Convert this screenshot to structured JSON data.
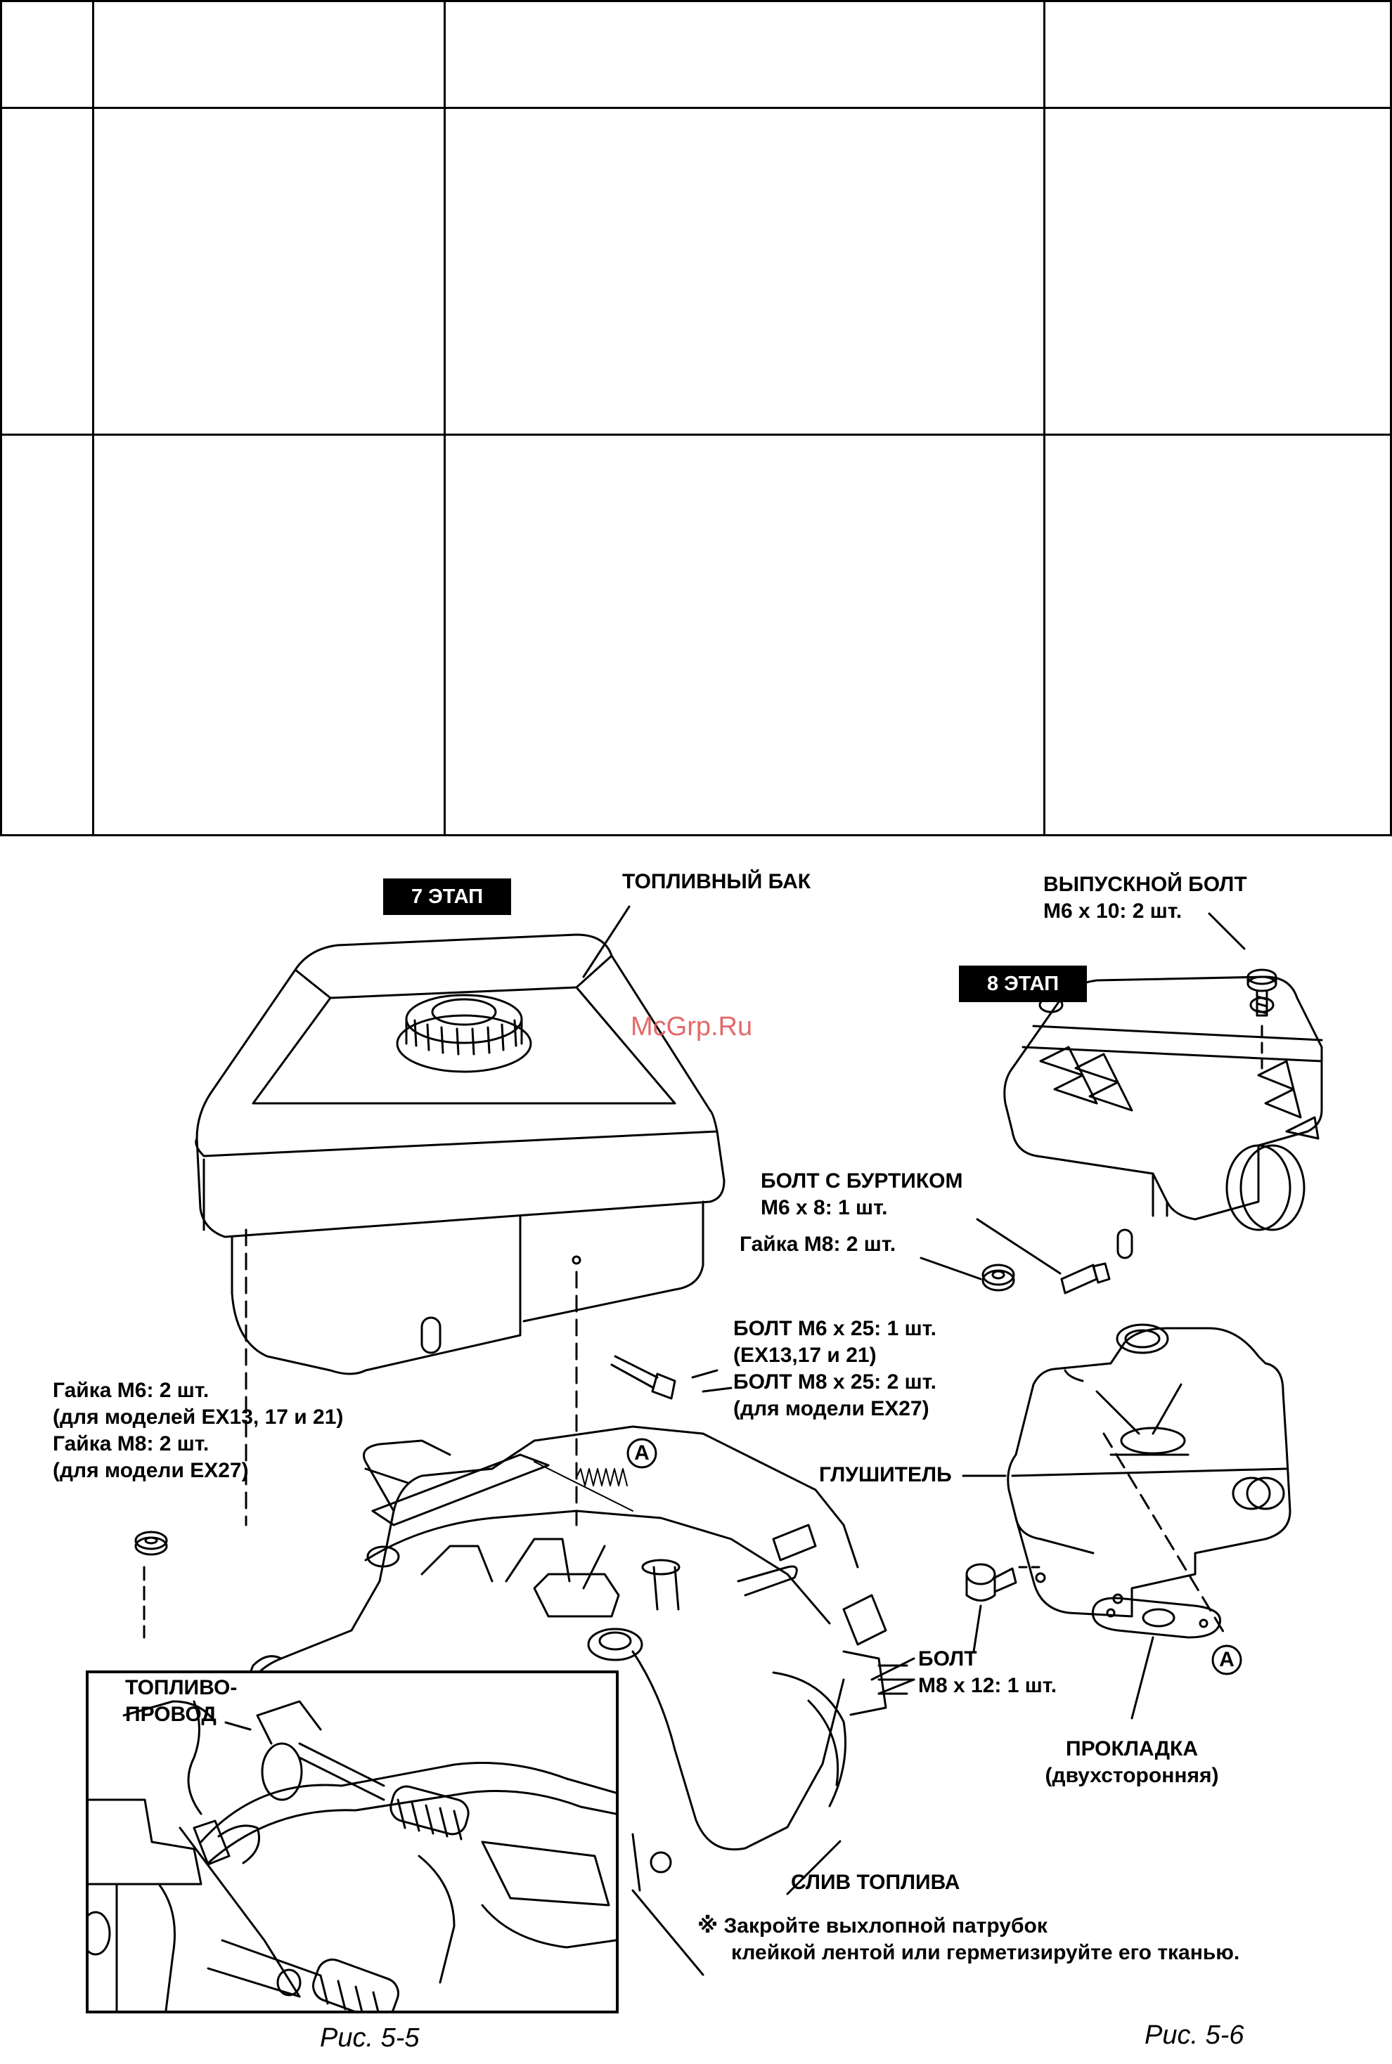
{
  "figure": {
    "stage_labels": {
      "stage7": "7 ЭТАП",
      "stage8": "8 ЭТАП"
    },
    "labels": {
      "fuel_tank": "ТОПЛИВНЫЙ БАК",
      "exhaust_bolt_1": "ВЫПУСКНОЙ БОЛТ",
      "exhaust_bolt_2": "M6 x 10: 2 шт.",
      "flange_bolt_1": "БОЛТ С БУРТИКОМ",
      "flange_bolt_2": "M6 x 8: 1 шт.",
      "nut_m8_right": "Гайка M8: 2 шт.",
      "bolt_m6_25_1": "БОЛТ M6 x 25: 1 шт.",
      "bolt_m6_25_2": "(EX13,17 и 21)",
      "bolt_m8_25_1": "БОЛТ M8 x 25: 2 шт.",
      "bolt_m8_25_2": "(для модели EX27)",
      "nut_left_1": "Гайка M6: 2 шт.",
      "nut_left_2": "(для моделей EX13, 17 и 21)",
      "nut_left_3": "Гайка M8: 2 шт.",
      "nut_left_4": "(для модели EX27)",
      "muffler": "ГЛУШИТЕЛЬ",
      "bolt_m8_12_1": "БОЛТ",
      "bolt_m8_12_2": "M8 x 12: 1 шт.",
      "gasket_1": "ПРОКЛАДКА",
      "gasket_2": "(двухсторонняя)",
      "fuel_line_1": "ТОПЛИВО-",
      "fuel_line_2": "ПРОВОД",
      "fuel_drain": "СЛИВ ТОПЛИВА",
      "note_1": "※ Закройте выхлопной патрубок",
      "note_2": "клейкой лентой или герметизируйте его тканью.",
      "marker_a": "A"
    },
    "captions": {
      "left": "Рис. 5-5",
      "right": "Рис. 5-6"
    },
    "watermark": "McGrp.Ru"
  }
}
